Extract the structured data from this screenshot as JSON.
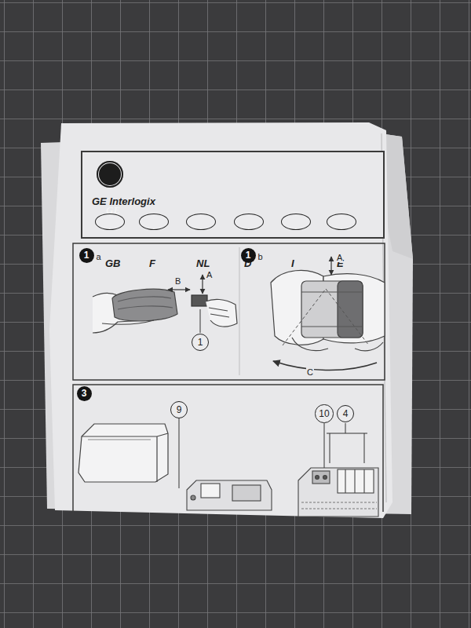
{
  "diagram": {
    "nodes": [
      {
        "text": [
          "GE Interlogix"
        ]
      },
      {
        "text": [
          "GE"
        ],
        "in": 0
      },
      {
        "text": [
          "GB"
        ],
        "in": 0
      },
      {
        "text": [
          "F"
        ],
        "in": 0
      },
      {
        "text": [
          "NL"
        ],
        "in": 0
      },
      {
        "text": [
          "D"
        ],
        "in": 0
      },
      {
        "text": [
          "I"
        ],
        "in": 0
      },
      {
        "text": [
          "E"
        ],
        "in": 0
      },
      {
        "text": [
          "1",
          "a"
        ]
      },
      {
        "text": [
          "1",
          "b"
        ]
      },
      {
        "text": [
          "1"
        ]
      },
      {
        "text": [
          "3"
        ]
      },
      {
        "text": [
          "9"
        ]
      },
      {
        "text": [
          "10"
        ]
      },
      {
        "text": [
          "4"
        ]
      }
    ],
    "labels": [
      "A",
      "B",
      "A",
      "C"
    ]
  }
}
